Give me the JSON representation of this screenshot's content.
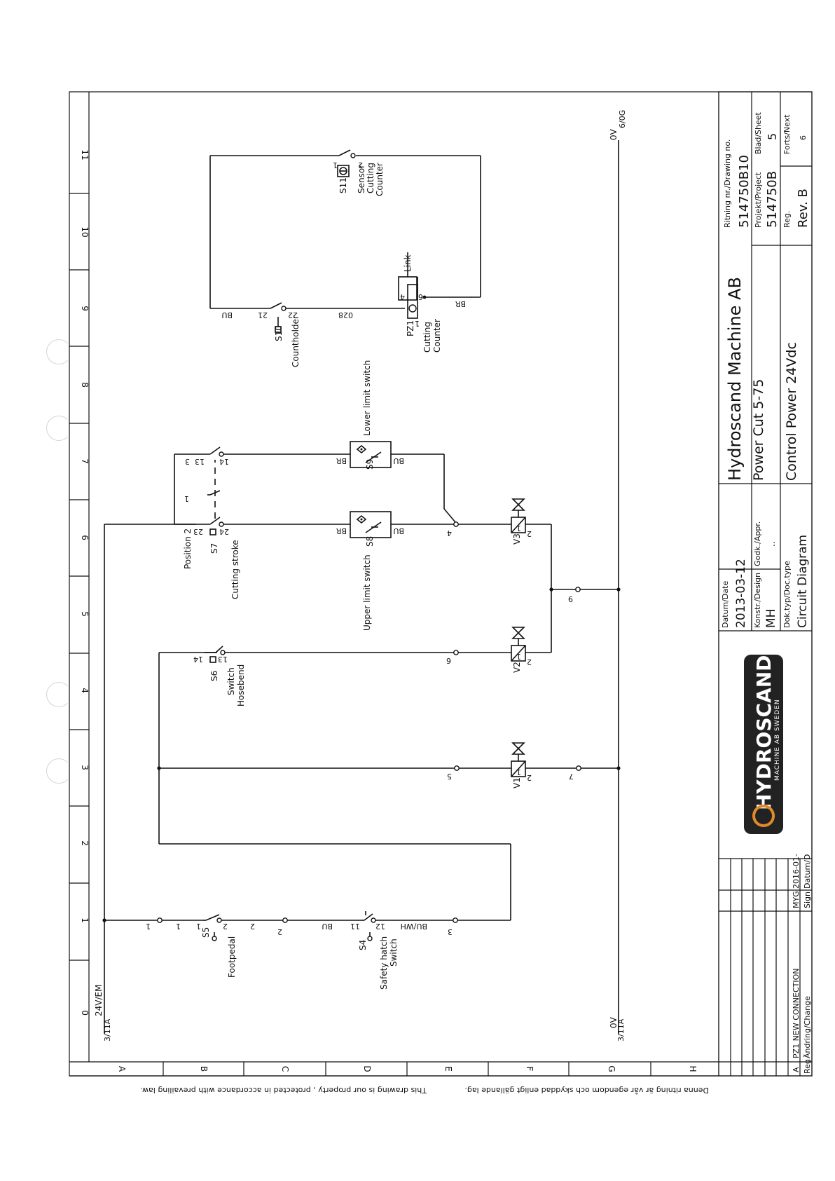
{
  "frame": {
    "columns": [
      "0",
      "1",
      "2",
      "3",
      "4",
      "5",
      "6",
      "7",
      "8",
      "9",
      "10",
      "11"
    ],
    "rows": [
      "A",
      "B",
      "C",
      "D",
      "E",
      "F",
      "G",
      "H"
    ]
  },
  "notice": {
    "line1": "Denna ritning är vår egendom och skyddad enligt gällande lag.",
    "line2": "This drawing is our property , protected in accordance with prevailing law."
  },
  "rails": {
    "supply_label": "24V/EM",
    "supply_ref": "3/11A",
    "zero_label": "0V",
    "zero_ref": "3/11A",
    "zero_label_2": "0V",
    "zero_ref_2": "6/0G"
  },
  "components": {
    "s5": {
      "tag": "S5",
      "name": "Footpedal",
      "t1": "1",
      "t2": "2"
    },
    "s4": {
      "tag": "S4",
      "name1": "Safety hatch",
      "name2": "Switch",
      "t1": "11",
      "t2": "12"
    },
    "s6": {
      "tag": "S6",
      "name1": "Switch",
      "name2": "Hosebend",
      "t1": "13",
      "t2": "14"
    },
    "s7": {
      "tag": "S7",
      "name1": "Position 2",
      "name2": "Cutting stroke",
      "t1": "23",
      "t2": "24",
      "t3": "13",
      "t4": "14",
      "tmid": "1"
    },
    "s8": {
      "tag": "S8",
      "name": "Upper limit switch",
      "wire_top": "BR",
      "wire_bot": "BU"
    },
    "s9": {
      "tag": "S9",
      "name": "Lower limit switch",
      "wire_top": "BR",
      "wire_bot": "BU"
    },
    "s10": {
      "tag": "S10",
      "name": "Countholder",
      "t1": "21",
      "t2": "22"
    },
    "s11": {
      "tag": "S11",
      "name1": "Sensor",
      "name2": "Cutting",
      "name3": "Counter",
      "t1": "1",
      "t2": "2"
    },
    "pz1": {
      "tag": "PZ1",
      "name1": "Cutting",
      "name2": "Counter",
      "link": "Link",
      "t4": "4",
      "t6": "6",
      "t1": "1"
    },
    "v1": {
      "tag": "V1",
      "t1": "1",
      "t2": "2"
    },
    "v2": {
      "tag": "V2",
      "t1": "1",
      "t2": "2"
    },
    "v3": {
      "tag": "V3",
      "t1": "1",
      "t2": "2"
    }
  },
  "wires": {
    "n1a": "1",
    "n1b": "1",
    "n2a": "2",
    "n2b": "2",
    "bu1": "BU",
    "n11": "11",
    "buwh": "BU/WH",
    "n3": "3",
    "n5": "5",
    "n6": "6",
    "n7": "7",
    "n4": "4",
    "n3b": "3",
    "n9": "9",
    "bu_top": "BU",
    "br_pz": "BR",
    "w028": "028"
  },
  "title_block": {
    "company": "Hydroscand Machine AB",
    "product": "Power Cut 5-75",
    "subtitle": "Control Power 24Vdc",
    "date_label": "Datum/Date",
    "date": "2013-03-12",
    "design_label": "Konstr./Design",
    "design": "MH",
    "appr_label": "Godk./Appr.",
    "appr": "..",
    "doctype_label": "Dok.typ/Doc.type",
    "doctype": "Circuit Diagram",
    "drawing_label": "Ritning nr./Drawing no.",
    "drawing": "514750B10",
    "project_label": "Projekt/Project",
    "project": "514750B",
    "sheet_label": "Blad/Sheet",
    "sheet": "5",
    "reg_label": "Reg.",
    "rev": "Rev. B",
    "next_label": "Forts/Next",
    "next": "6"
  },
  "logo": {
    "text": "HYDROSCAND",
    "sub": "MACHINE AB SWEDEN"
  },
  "revisions": {
    "reg_header": "Reg",
    "change_header": "Ändring/Change",
    "sign_header": "Sign",
    "date_header": "Datum/D",
    "rows": [
      {
        "reg": "A",
        "change": "PZ1 NEW CONNECTION",
        "sign": "MYG",
        "date": "2016-01-"
      }
    ]
  }
}
